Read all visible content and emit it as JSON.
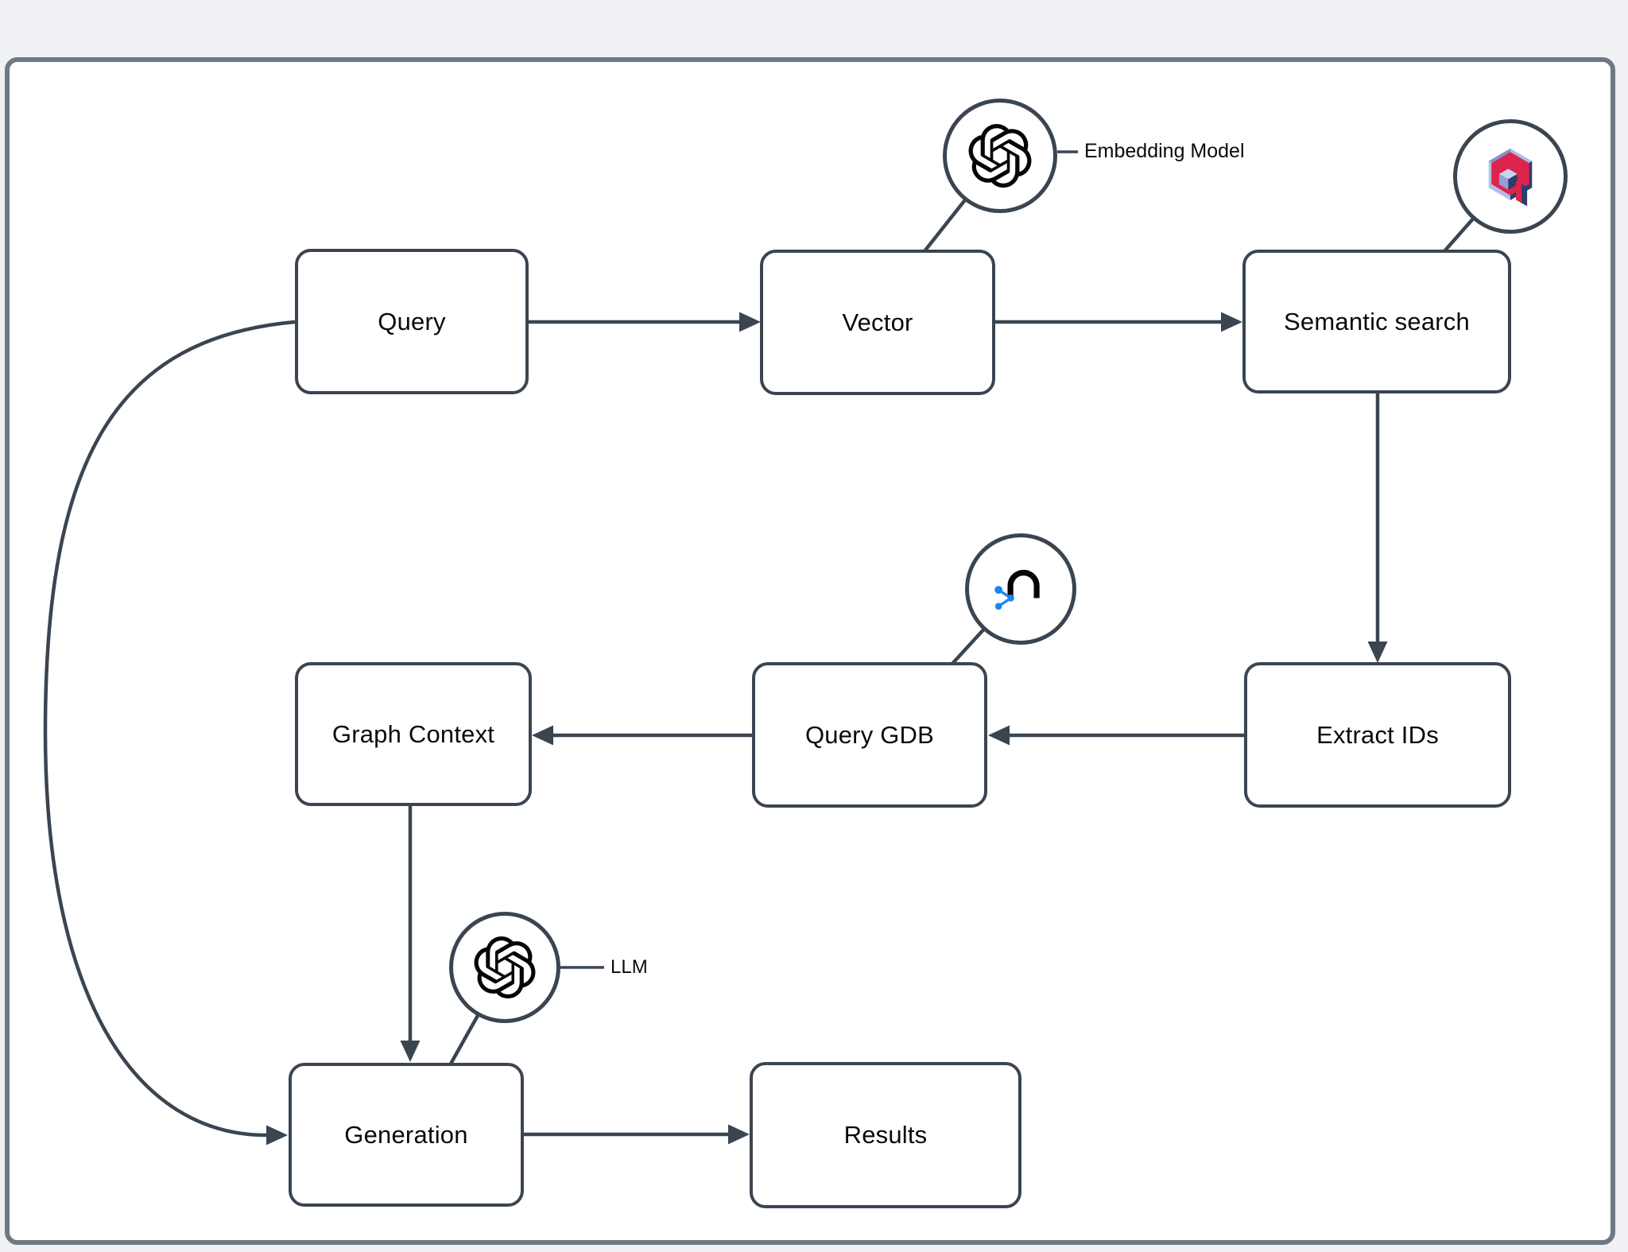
{
  "diagram": {
    "title": "GraphRAG query pipeline flowchart",
    "nodes": {
      "query": {
        "label": "Query"
      },
      "vector": {
        "label": "Vector"
      },
      "semantic_search": {
        "label": "Semantic search"
      },
      "extract_ids": {
        "label": "Extract IDs"
      },
      "query_gdb": {
        "label": "Query GDB"
      },
      "graph_context": {
        "label": "Graph Context"
      },
      "generation": {
        "label": "Generation"
      },
      "results": {
        "label": "Results"
      }
    },
    "annotations": {
      "embedding_model": {
        "label": "Embedding Model",
        "attached_to": "Vector",
        "icon": "openai-logo"
      },
      "vector_db": {
        "label": "",
        "attached_to": "Semantic search",
        "icon": "qdrant-logo"
      },
      "graph_db": {
        "label": "",
        "attached_to": "Query GDB",
        "icon": "neo4j-logo"
      },
      "llm": {
        "label": "LLM",
        "attached_to": "Generation",
        "icon": "openai-logo"
      }
    },
    "edges": [
      {
        "from": "Query",
        "to": "Vector"
      },
      {
        "from": "Vector",
        "to": "Semantic search"
      },
      {
        "from": "Semantic search",
        "to": "Extract IDs"
      },
      {
        "from": "Extract IDs",
        "to": "Query GDB"
      },
      {
        "from": "Query GDB",
        "to": "Graph Context"
      },
      {
        "from": "Graph Context",
        "to": "Generation"
      },
      {
        "from": "Query",
        "to": "Generation"
      },
      {
        "from": "Generation",
        "to": "Results"
      }
    ]
  },
  "colors": {
    "pagebg": "#EFF1F4",
    "canvasbg": "#FFFFFF",
    "frame": "#6F7885",
    "stroke": "#3B4551",
    "text": "#0A0A0A",
    "qred": "#DC244C",
    "qnavy": "#2E3D6E",
    "qlight": "#B2BFE8",
    "qmid": "#8494CB",
    "qtop": "#AEBBE5",
    "qcubetop": "#C9D2F1",
    "qcubeleft": "#8FA0D8",
    "neoblue": "#1A85F0",
    "logoblack": "#060606"
  }
}
